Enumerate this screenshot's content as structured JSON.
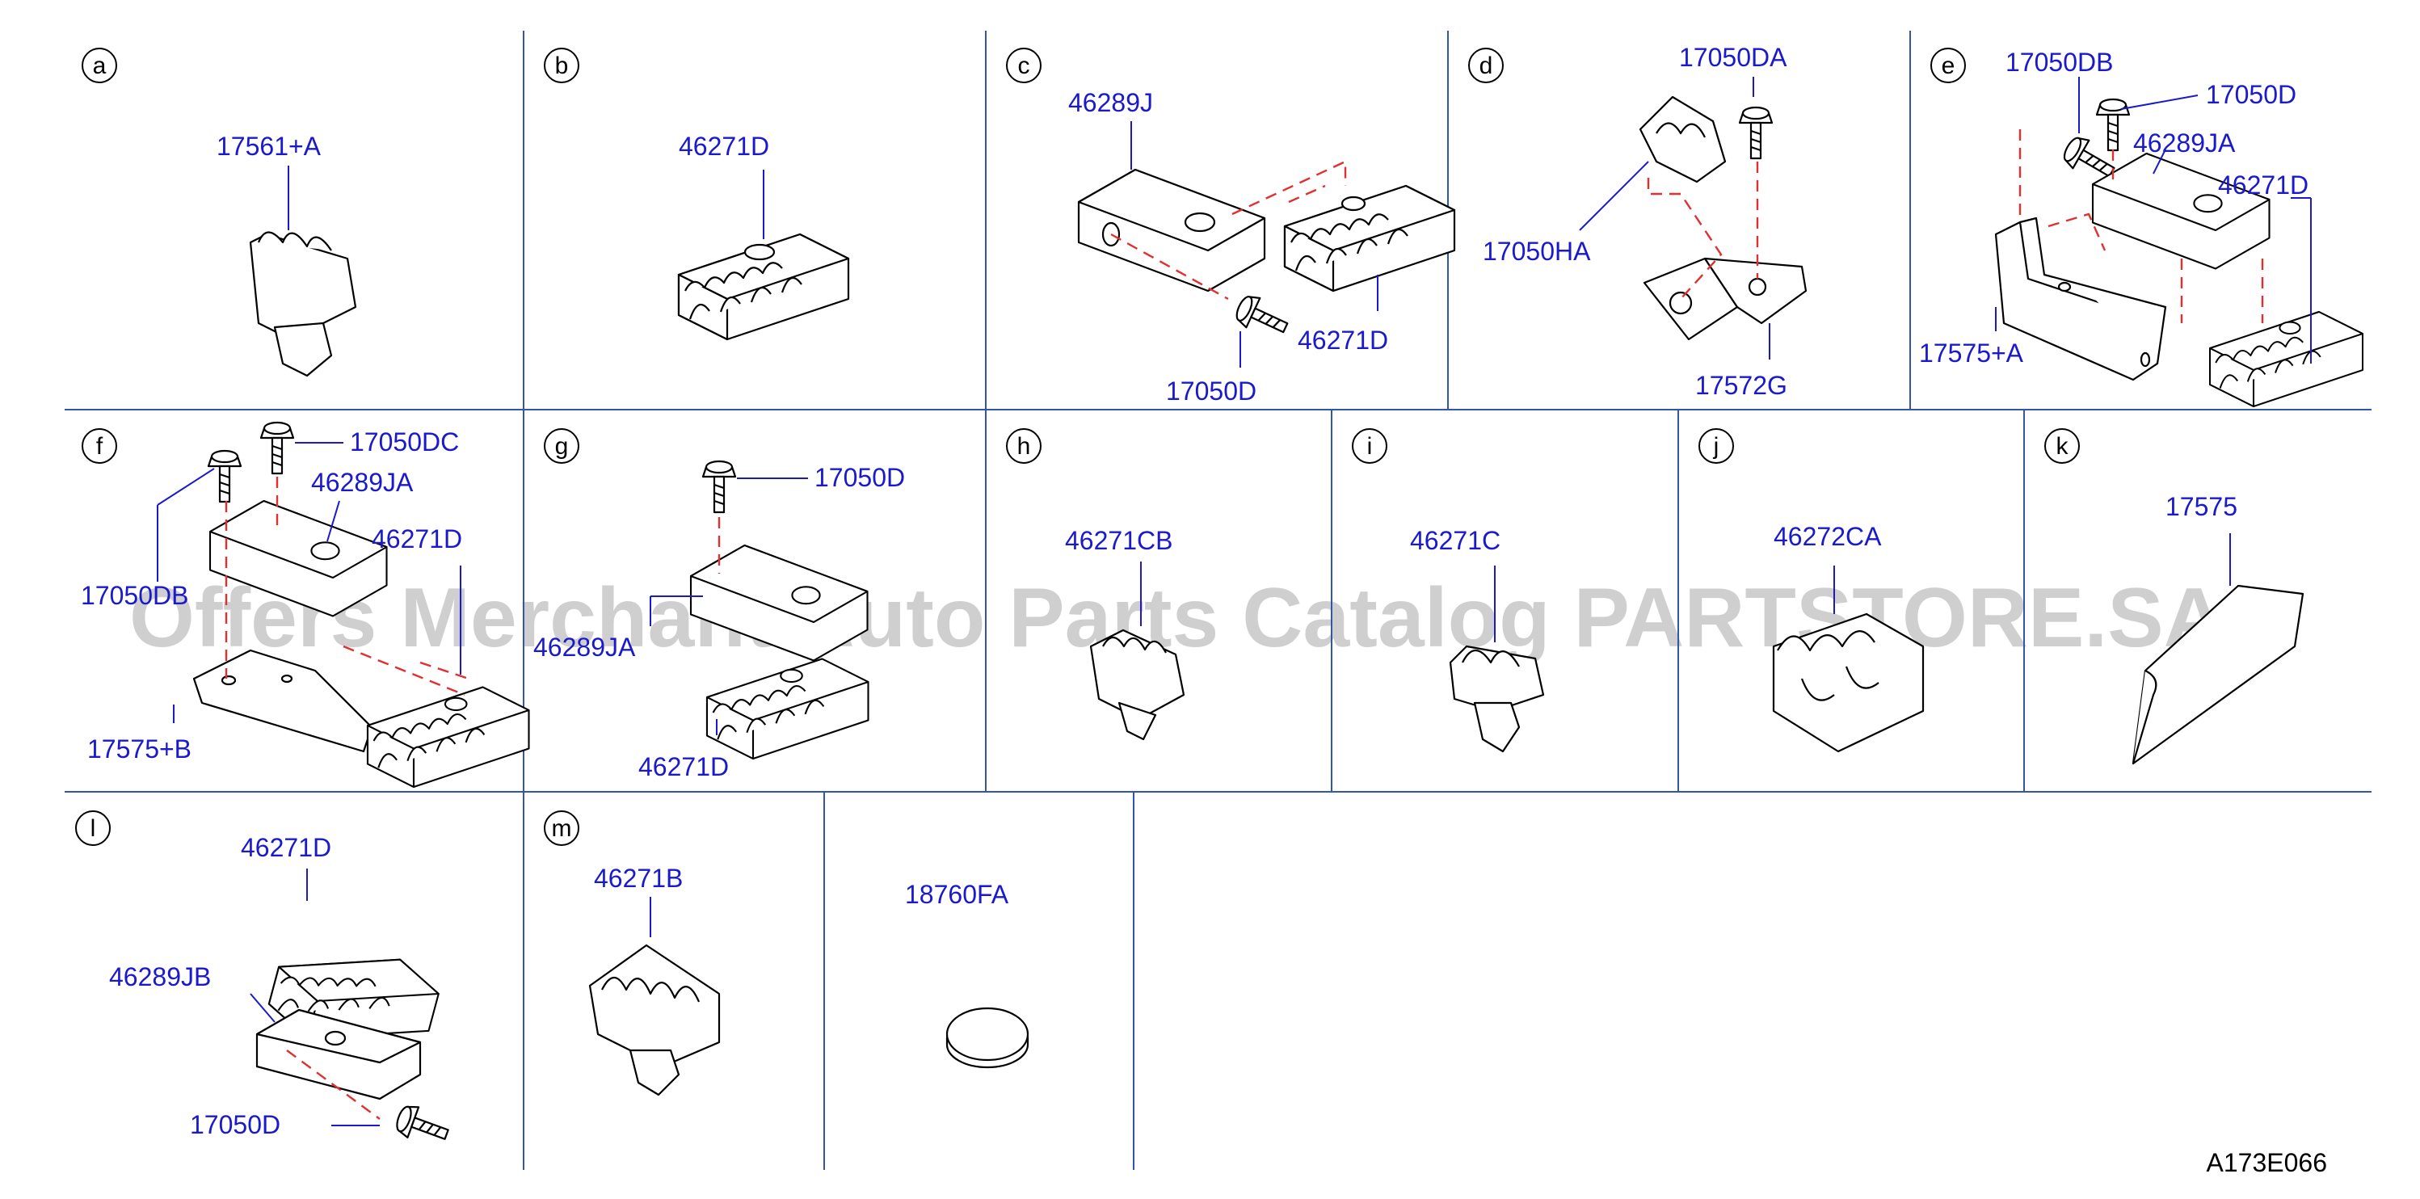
{
  "panels": [
    {
      "letter": "a",
      "labels": [
        "17561+A"
      ]
    },
    {
      "letter": "b",
      "labels": [
        "46271D"
      ]
    },
    {
      "letter": "c",
      "labels": [
        "46289J",
        "46271D",
        "17050D"
      ]
    },
    {
      "letter": "d",
      "labels": [
        "17050DA",
        "17050HA",
        "17572G"
      ]
    },
    {
      "letter": "e",
      "labels": [
        "17050DB",
        "17050D",
        "46289JA",
        "46271D",
        "17575+A"
      ]
    },
    {
      "letter": "f",
      "labels": [
        "17050DC",
        "46289JA",
        "46271D",
        "17050DB",
        "17575+B"
      ]
    },
    {
      "letter": "g",
      "labels": [
        "17050D",
        "46289JA",
        "46271D"
      ]
    },
    {
      "letter": "h",
      "labels": [
        "46271CB"
      ]
    },
    {
      "letter": "i",
      "labels": [
        "46271C"
      ]
    },
    {
      "letter": "j",
      "labels": [
        "46272CA"
      ]
    },
    {
      "letter": "k",
      "labels": [
        "17575"
      ]
    },
    {
      "letter": "l",
      "labels": [
        "46271D",
        "46289JB",
        "17050D"
      ]
    },
    {
      "letter": "m",
      "labels": [
        "46271B"
      ]
    },
    {
      "letter": "",
      "labels": [
        "18760FA"
      ]
    }
  ],
  "reference_code": "A173E066",
  "watermark": "Offers Merchant Auto Parts Catalog PARTSTORE.SA",
  "colors": {
    "label": "#1a1acc",
    "grid": "#3355aa",
    "dashed_leader": "#e03030",
    "watermark": "#bdbdbd"
  }
}
